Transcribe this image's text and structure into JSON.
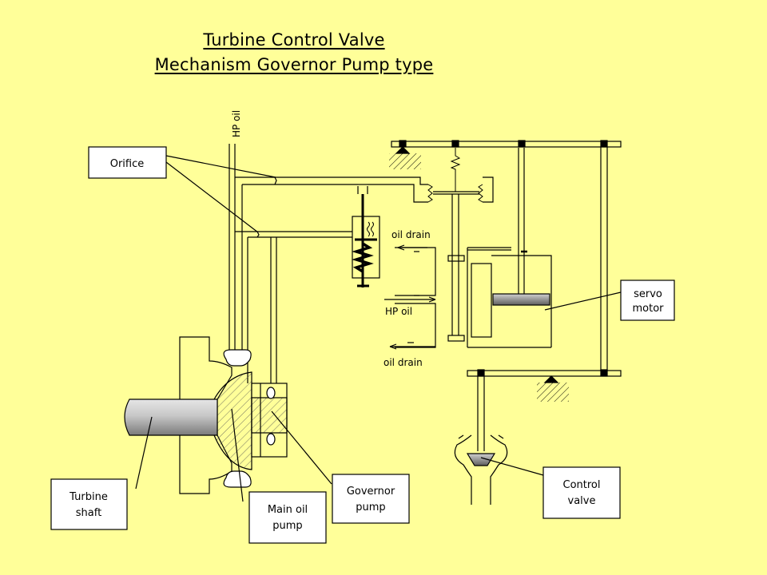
{
  "title": {
    "line1": "Turbine Control Valve",
    "line2": "Mechanism Governor Pump type"
  },
  "labels": {
    "hp_oil_top": "HP oil",
    "oil_drain_top": "oil drain",
    "hp_oil_mid": "HP oil",
    "oil_drain_bottom": "oil drain"
  },
  "callouts": {
    "orifice": "Orifice",
    "servo_line1": "servo",
    "servo_line2": "motor",
    "turbine_line1": "Turbine",
    "turbine_line2": "shaft",
    "main_pump_line1": "Main oil",
    "main_pump_line2": "pump",
    "governor_line1": "Governor",
    "governor_line2": "pump",
    "control_line1": "Control",
    "control_line2": "valve"
  }
}
